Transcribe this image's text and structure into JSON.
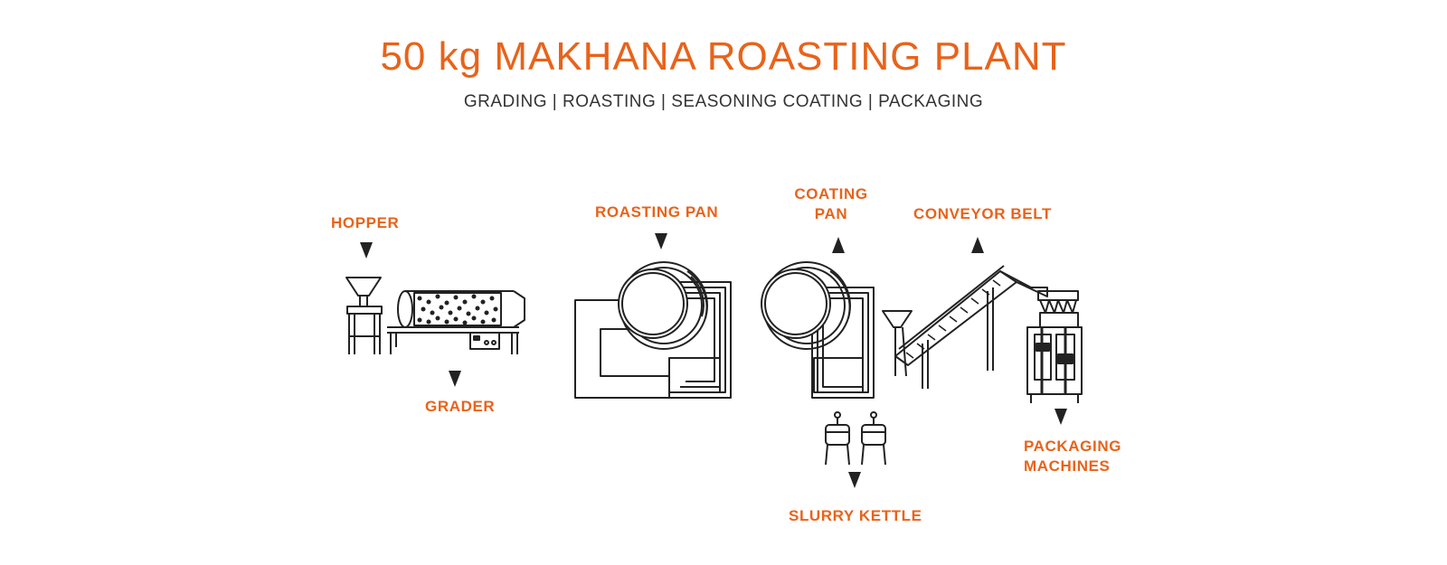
{
  "header": {
    "title": "50 kg MAKHANA ROASTING PLANT",
    "subtitle": "GRADING | ROASTING | SEASONING COATING | PACKAGING"
  },
  "labels": {
    "hopper": "HOPPER",
    "grader": "GRADER",
    "roasting_pan": "ROASTING PAN",
    "coating_pan_line1": "COATING",
    "coating_pan_line2": "PAN",
    "conveyor_belt": "CONVEYOR BELT",
    "packaging_line1": "PACKAGING",
    "packaging_line2": "MACHINES",
    "slurry_kettle": "SLURRY KETTLE"
  },
  "colors": {
    "accent": "#e8631a",
    "subtitle": "#333333",
    "line": "#222222"
  }
}
